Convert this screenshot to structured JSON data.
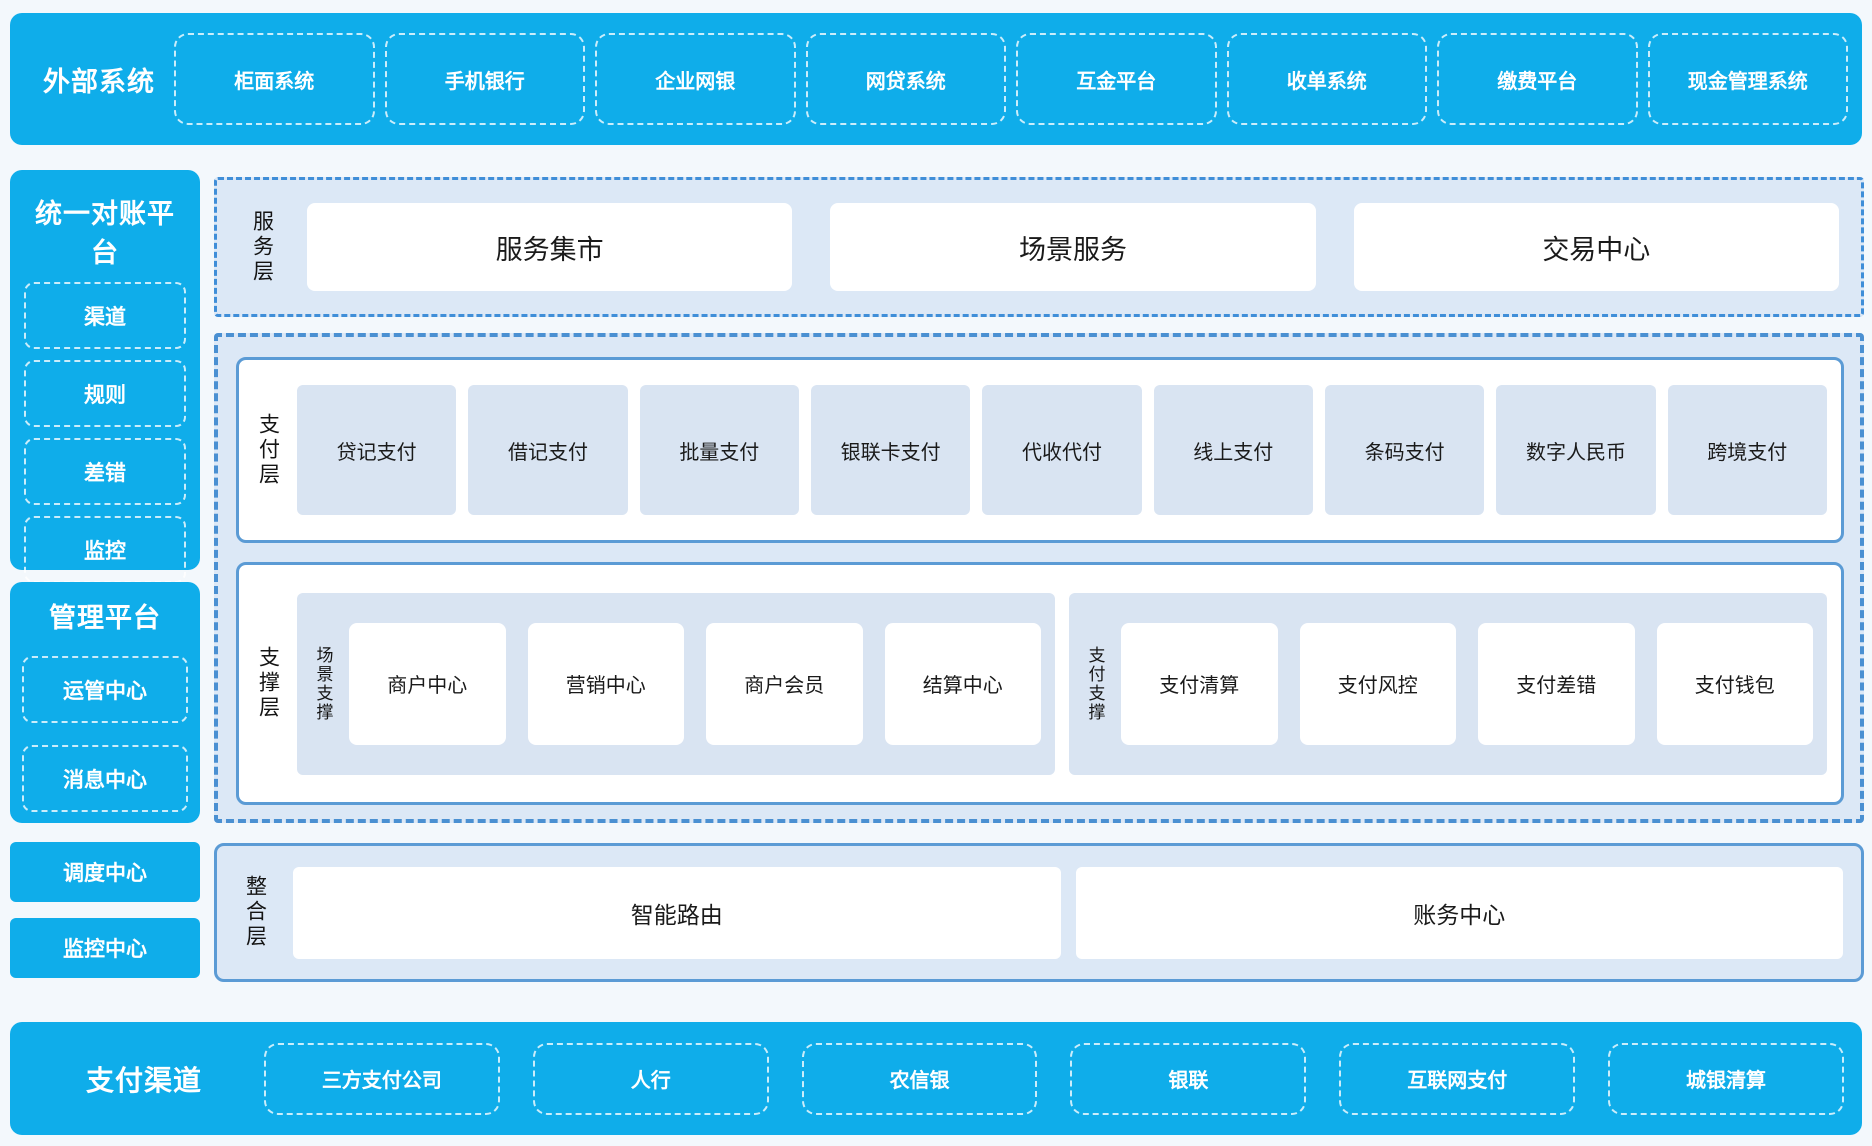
{
  "colors": {
    "brand_blue": "#0fadea",
    "panel_blue": "#dce8f6",
    "item_blue": "#d9e4f2",
    "border_blue": "#5b9bd5",
    "dashed_border": "#4a90d2",
    "dashdot_border": "#3f8ed8",
    "page_bg": "#f3f8fc"
  },
  "top_bar": {
    "label": "外部系统",
    "items": [
      "柜面系统",
      "手机银行",
      "企业网银",
      "网贷系统",
      "互金平台",
      "收单系统",
      "缴费平台",
      "现金管理系统"
    ]
  },
  "sidebar": {
    "recon_platform": {
      "title": "统一对账平台",
      "items": [
        "渠道",
        "规则",
        "差错",
        "监控"
      ]
    },
    "mgmt_platform": {
      "title": "管理平台",
      "items": [
        "运管中心",
        "消息中心"
      ]
    },
    "solo_items": [
      "调度中心",
      "监控中心"
    ]
  },
  "service_layer": {
    "label": "服务层",
    "items": [
      "服务集市",
      "场景服务",
      "交易中心"
    ]
  },
  "payment_layer": {
    "label": "支付层",
    "items": [
      "贷记支付",
      "借记支付",
      "批量支付",
      "银联卡支付",
      "代收代付",
      "线上支付",
      "条码支付",
      "数字人民币",
      "跨境支付"
    ]
  },
  "support_layer": {
    "label": "支撑层",
    "groups": [
      {
        "label": "场景支撑",
        "items": [
          "商户中心",
          "营销中心",
          "商户会员",
          "结算中心"
        ]
      },
      {
        "label": "支付支撑",
        "items": [
          "支付清算",
          "支付风控",
          "支付差错",
          "支付钱包"
        ]
      }
    ]
  },
  "integration_layer": {
    "label": "整合层",
    "items": [
      "智能路由",
      "账务中心"
    ]
  },
  "bottom_bar": {
    "label": "支付渠道",
    "items": [
      "三方支付公司",
      "人行",
      "农信银",
      "银联",
      "互联网支付",
      "城银清算"
    ]
  }
}
